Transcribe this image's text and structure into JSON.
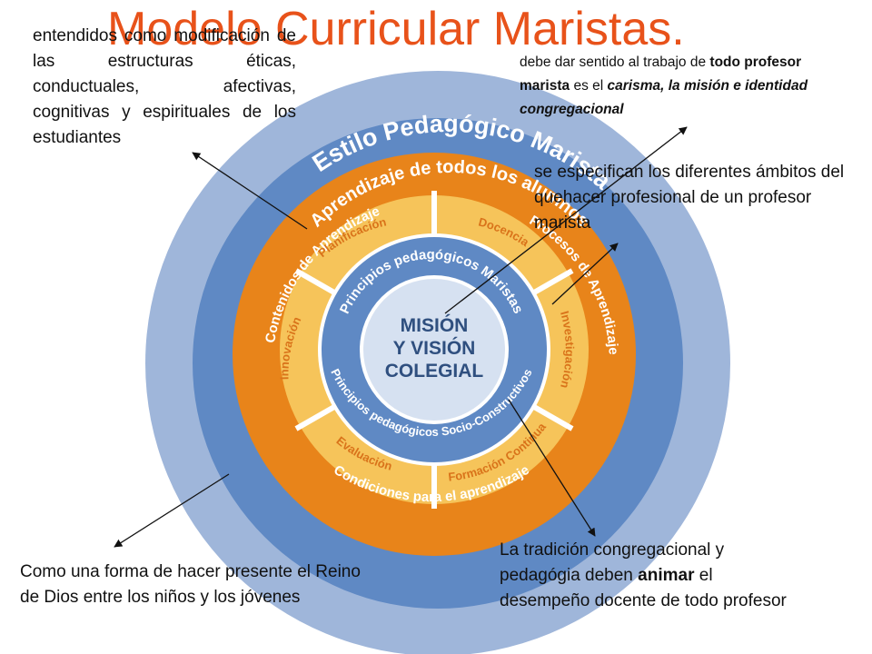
{
  "title": "Modelo Curricular Maristas.",
  "colors": {
    "outer_ring": "#9fb6da",
    "blue_ring": "#5f89c4",
    "orange_ring": "#e8841a",
    "yellow_segments": "#f6c45a",
    "inner_blue_ring": "#5f89c4",
    "center": "#d6e1f1",
    "center_text": "#2f4f7f",
    "title": "#e8521a"
  },
  "rings": {
    "outer": "Estilo Pedagógico Marista",
    "blue_top": "Aprendizaje de todos los alumnos",
    "orange_left": "Contenidos de Aprendizaje",
    "orange_right": "Procesos de Aprendizaje",
    "orange_bottom": "Condiciones para el aprendizaje",
    "segments": {
      "planificacion": "Planificación",
      "docencia": "Docencia",
      "investigacion": "Investigación",
      "formacion": "Formación Continua",
      "evaluacion": "Evaluación",
      "innovacion": "Innovación"
    },
    "inner_top": "Principios pedagógicos Maristas",
    "inner_bottom": "Principios pedagógicos Socio-Constructivos"
  },
  "center": {
    "line1": "MISIÓN",
    "line2": "Y VISIÓN",
    "line3": "COLEGIAL"
  },
  "notes": {
    "top_left": "entendidos como modificación de las estructuras éticas, conductuales, afectivas, cognitivas y espirituales de los estudiantes",
    "top_right": {
      "part1": "debe dar sentido al trabajo de ",
      "bold1": "todo profesor marista",
      "part2": " es el ",
      "italic1": "carisma, la misión e identidad congregacional"
    },
    "mid_right": "se especifican los diferentes ámbitos del quehacer profesional de un profesor marista",
    "bottom_left": "Como una forma de hacer presente el Reino de Dios entre los niños y los jóvenes",
    "bottom_right": {
      "part1": "La tradición congregacional y pedagógia deben ",
      "bold1": "animar",
      "part2": " el desempeño docente de todo profesor"
    }
  }
}
